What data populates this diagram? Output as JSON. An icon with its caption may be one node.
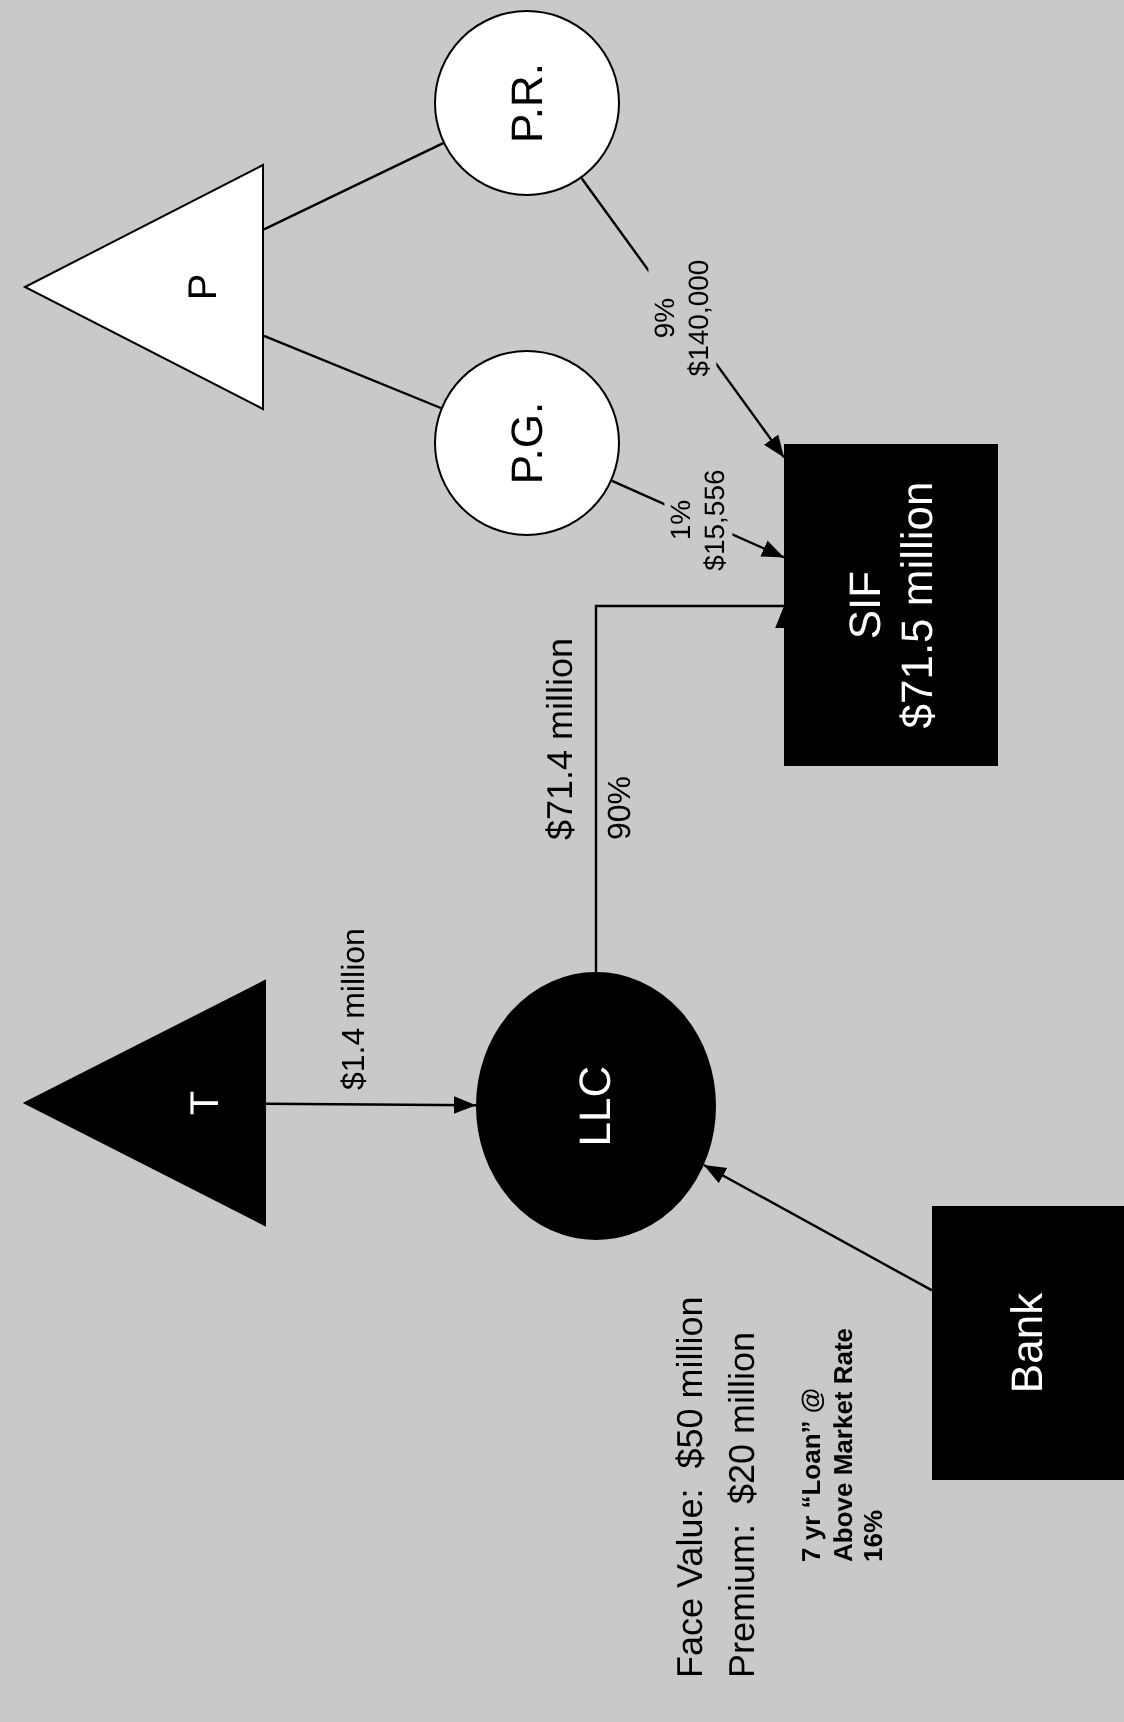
{
  "diagram": {
    "nodes": [
      {
        "text": [
          "T"
        ]
      },
      {
        "text": [
          "P"
        ]
      },
      {
        "text": [
          "LLC"
        ],
        "beside": [
          "Face Value:  $50 million",
          "Premium:  $20 million"
        ]
      },
      {
        "text": [
          "P.G."
        ]
      },
      {
        "text": [
          "P.R."
        ]
      },
      {
        "text": [
          "SIF",
          "$71.5 million"
        ]
      },
      {
        "text": [
          "Bank"
        ]
      }
    ],
    "edges": [
      {
        "from": 1,
        "to": 3,
        "arrow": "none"
      },
      {
        "from": 1,
        "to": 4,
        "arrow": "none"
      },
      {
        "from": 3,
        "to": 5,
        "arrow": "to",
        "label": "1% $15,556"
      },
      {
        "from": 4,
        "to": 5,
        "arrow": "to",
        "label": "9% $140,000"
      },
      {
        "from": 0,
        "to": 2,
        "arrow": "to",
        "label": "$1.4 million"
      },
      {
        "from": 2,
        "to": 5,
        "arrow": "to",
        "label": "$71.4 million"
      },
      {
        "from": 6,
        "to": 2,
        "arrow": "to",
        "label": "7 yr “Loan” @ Above Market Rate 16%"
      }
    ],
    "labels": [
      "90%"
    ]
  }
}
